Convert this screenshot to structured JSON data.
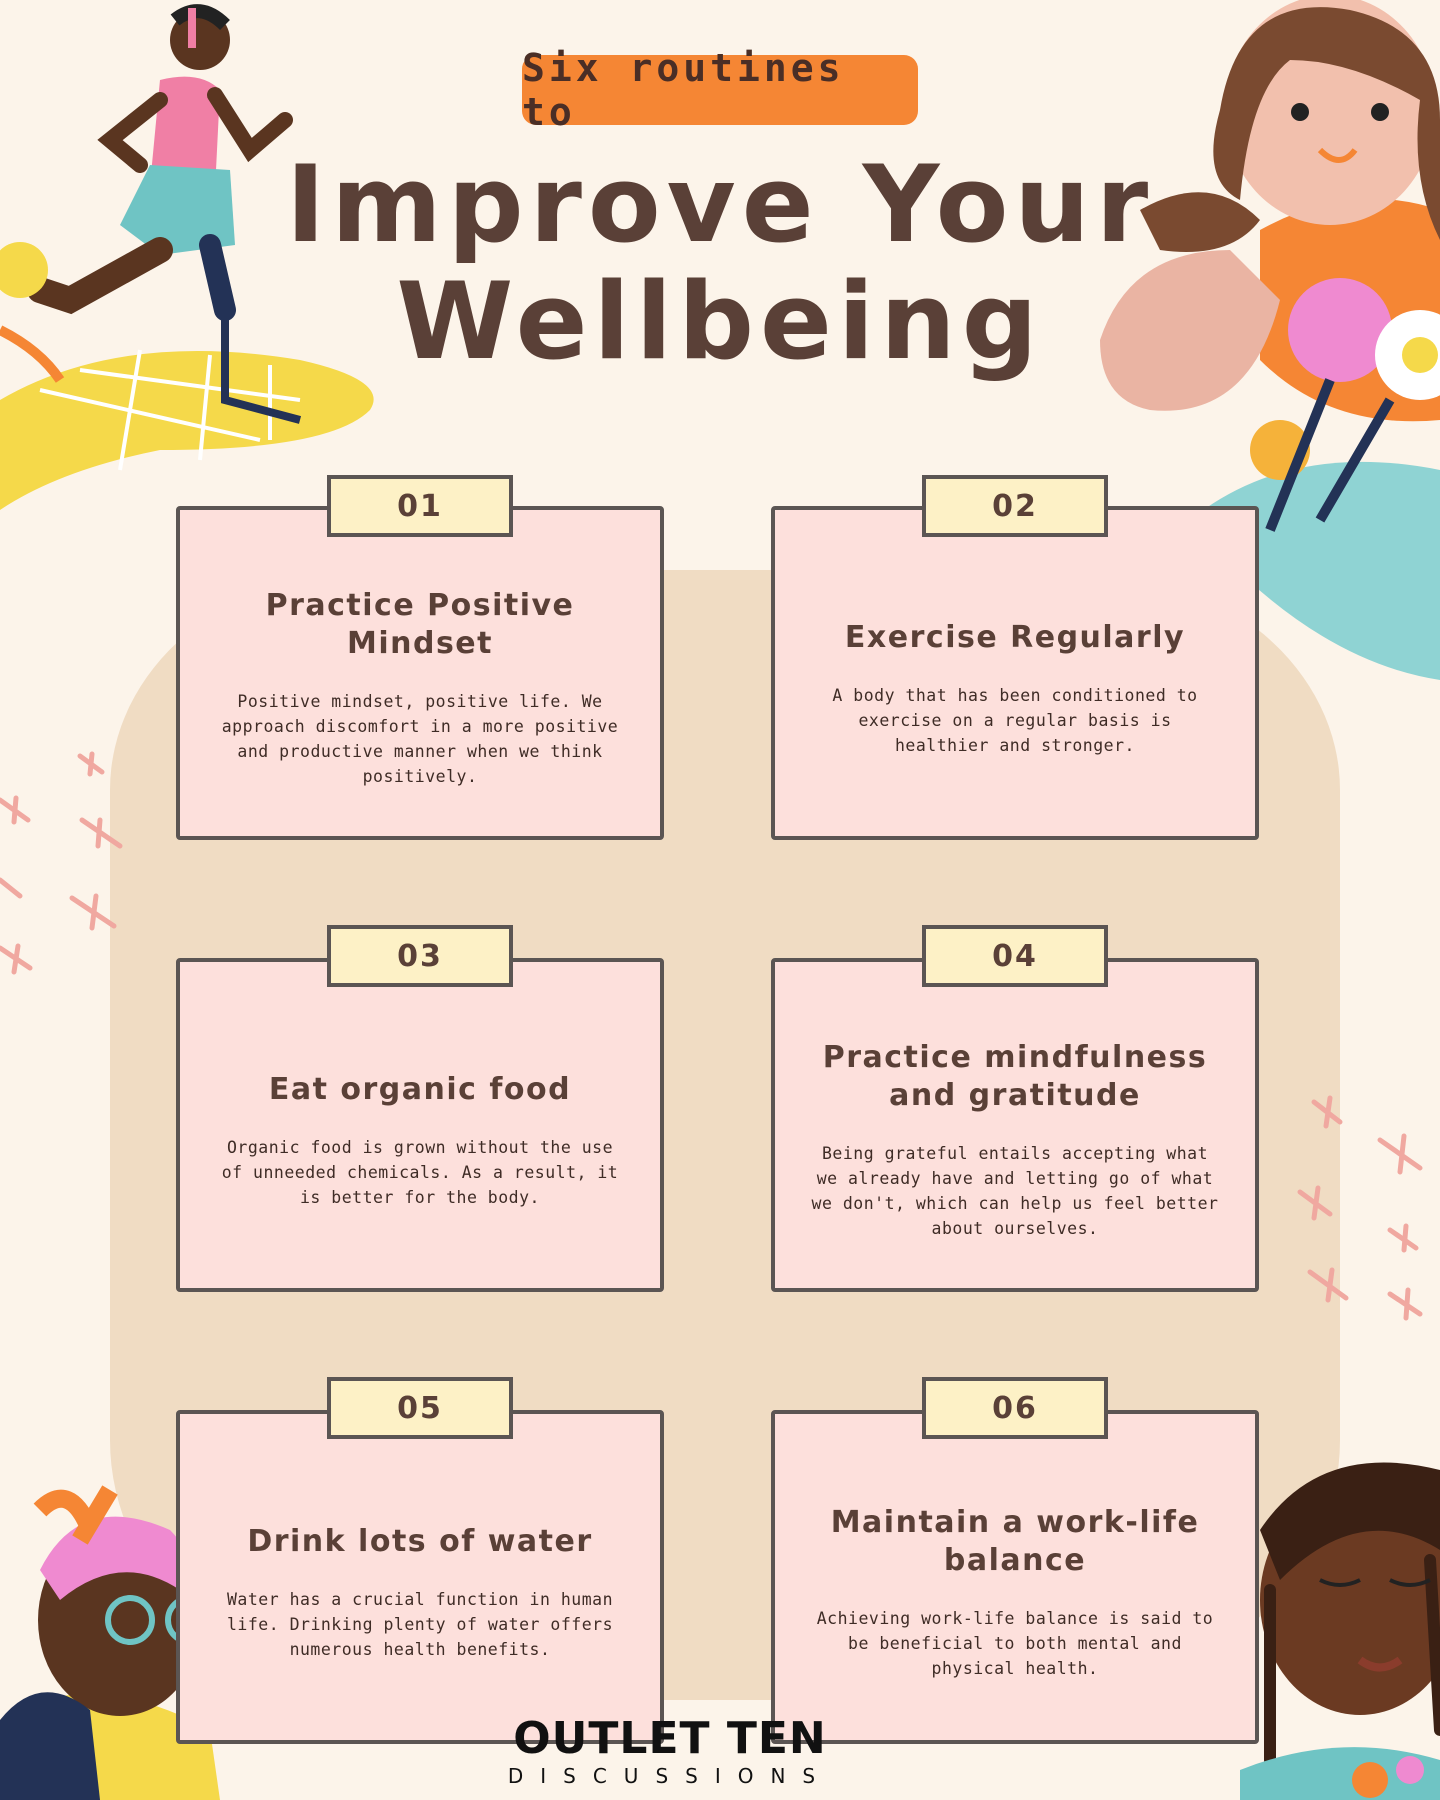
{
  "header": {
    "pill_text": "Six routines to",
    "title_line1": "Improve Your",
    "title_line2": "Wellbeing"
  },
  "cards": [
    {
      "number": "01",
      "title": "Practice Positive Mindset",
      "body": "Positive mindset, positive life. We approach discomfort in a more positive and productive manner when we think positively."
    },
    {
      "number": "02",
      "title": "Exercise Regularly",
      "body": "A body that has been conditioned to exercise on a regular basis is healthier and stronger."
    },
    {
      "number": "03",
      "title": "Eat organic food",
      "body": "Organic food is grown without the use of unneeded chemicals. As a result, it is better for the body."
    },
    {
      "number": "04",
      "title": "Practice mindfulness and gratitude",
      "body": "Being grateful entails accepting what we already have and letting go of what we don't, which can help us feel better about ourselves."
    },
    {
      "number": "05",
      "title": "Drink lots of water",
      "body": "Water has a crucial function in human life. Drinking plenty of water offers numerous health benefits."
    },
    {
      "number": "06",
      "title": "Maintain a work-life balance",
      "body": "Achieving work-life balance is said to be beneficial to both mental and physical health."
    }
  ],
  "brand": {
    "name": "OUTLET TEN",
    "subtitle": "DISCUSSIONS"
  },
  "colors": {
    "background": "#fcf4ea",
    "accent_orange": "#f58634",
    "card_pink": "#fde0dc",
    "tab_yellow": "#fdf1c6",
    "text_brown": "#5a4037"
  }
}
